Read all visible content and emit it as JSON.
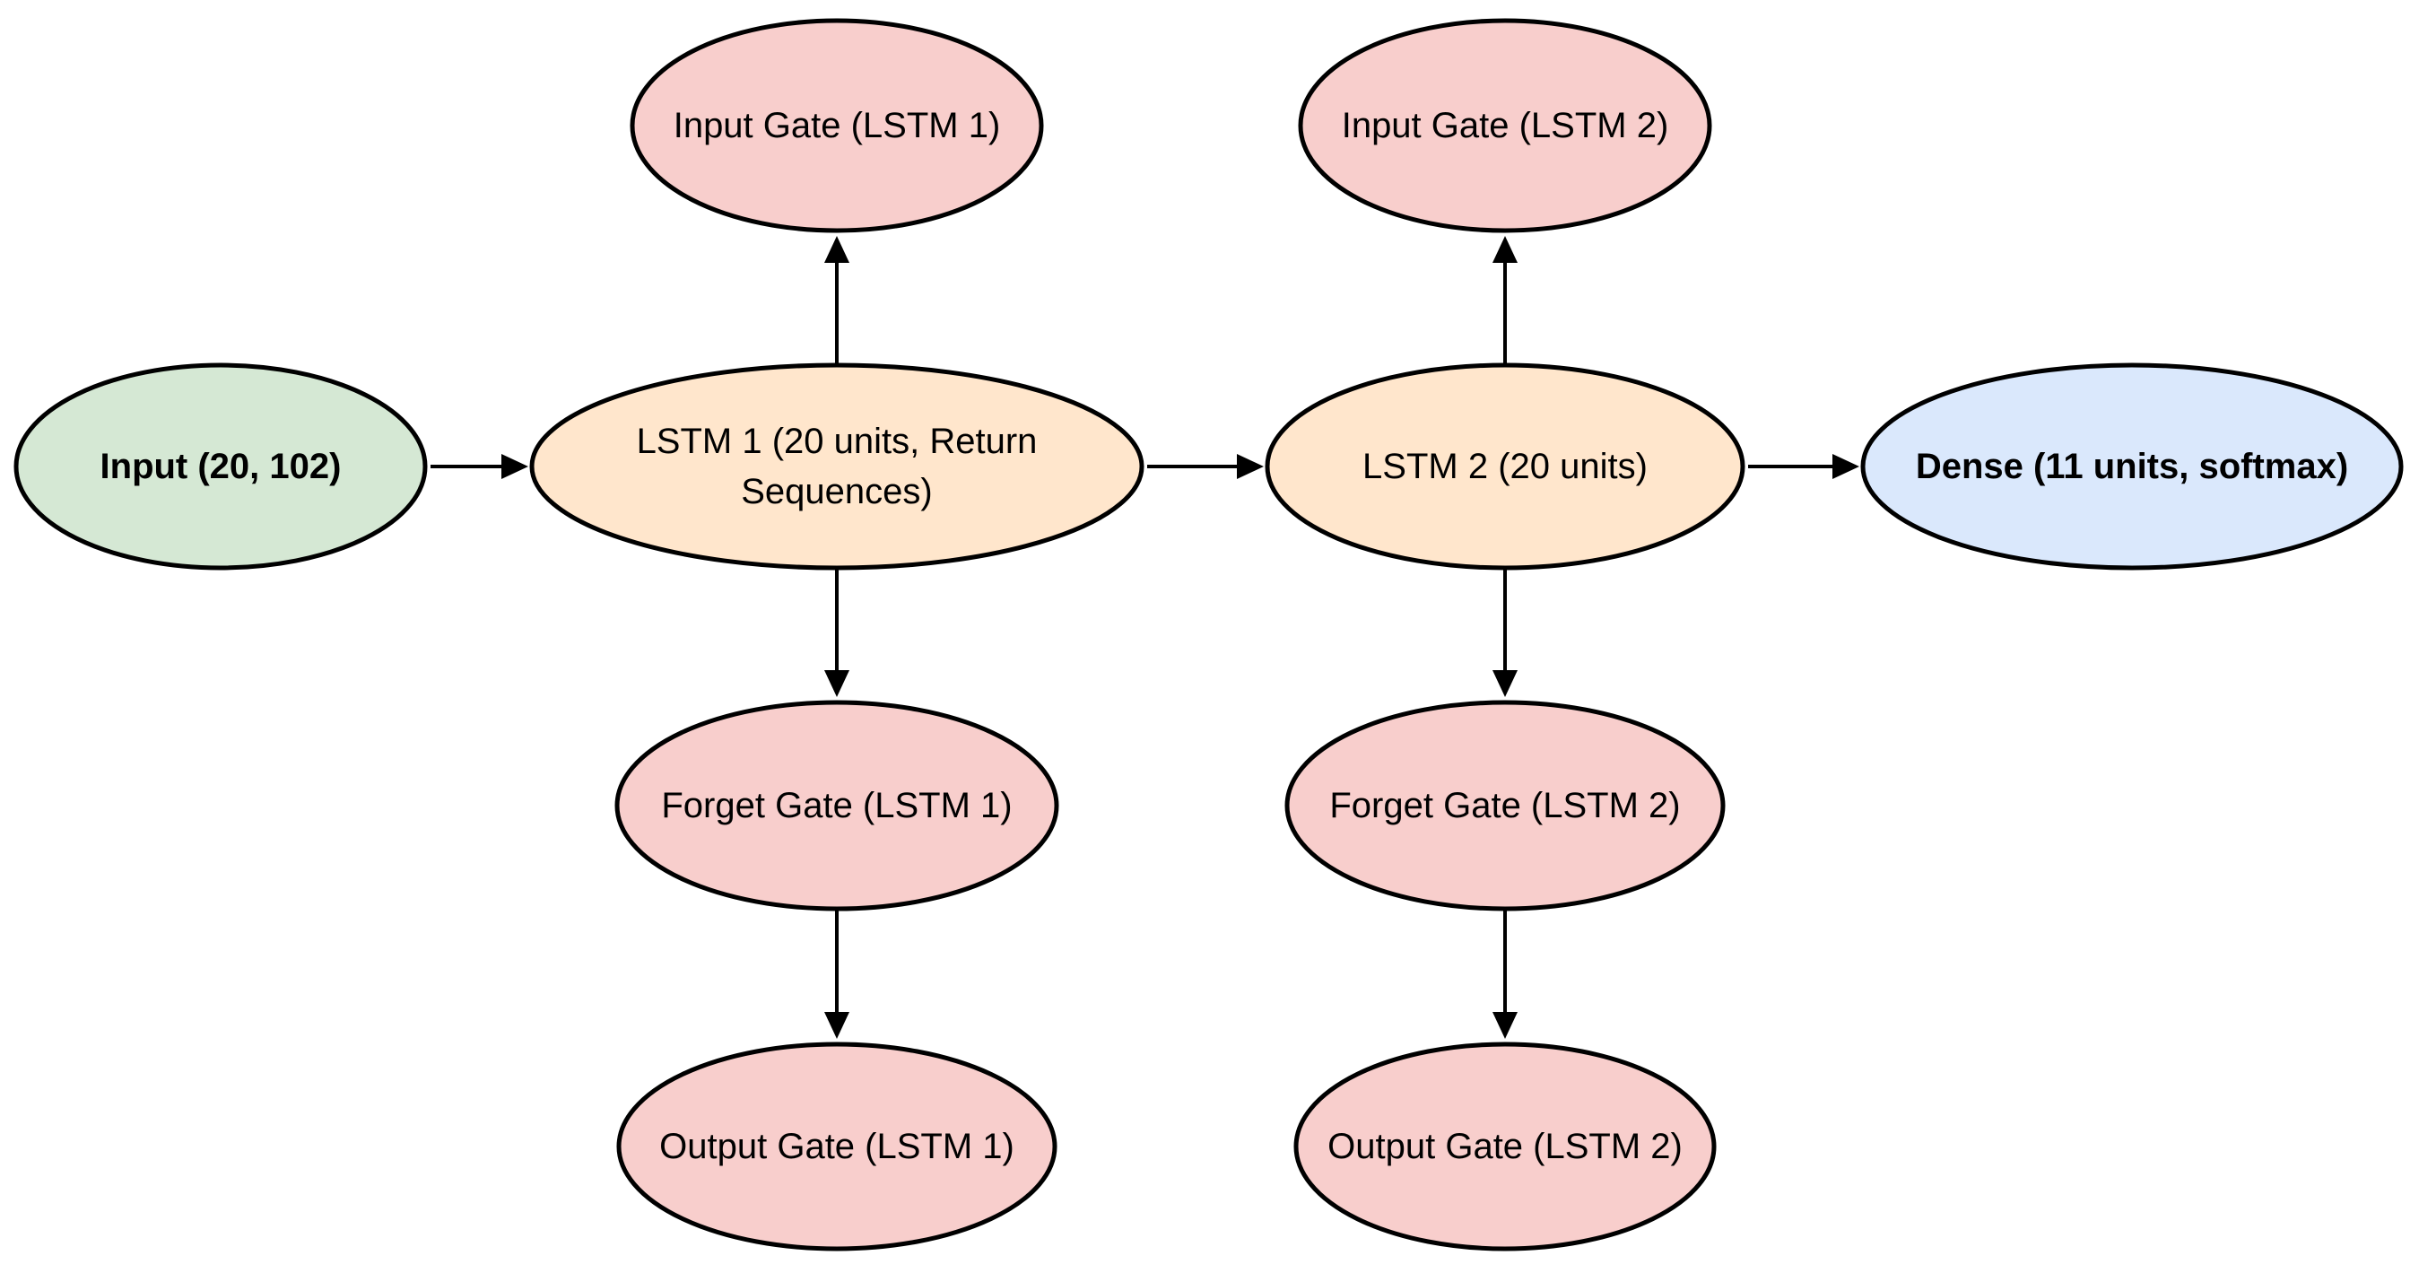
{
  "diagram": {
    "nodes": [
      {
        "id": "input",
        "label_lines": [
          "Input (20, 102)"
        ],
        "bold": true,
        "fill": "#d5e8d4"
      },
      {
        "id": "lstm1",
        "label_lines": [
          "LSTM 1 (20 units, Return",
          "Sequences)"
        ],
        "bold": false,
        "fill": "#ffe6cc"
      },
      {
        "id": "lstm2",
        "label_lines": [
          "LSTM 2 (20 units)"
        ],
        "bold": false,
        "fill": "#ffe6cc"
      },
      {
        "id": "dense",
        "label_lines": [
          "Dense (11 units, softmax)"
        ],
        "bold": true,
        "fill": "#dae8fc"
      },
      {
        "id": "input_gate_1",
        "label_lines": [
          "Input Gate (LSTM 1)"
        ],
        "bold": false,
        "fill": "#f8cecc"
      },
      {
        "id": "input_gate_2",
        "label_lines": [
          "Input Gate (LSTM 2)"
        ],
        "bold": false,
        "fill": "#f8cecc"
      },
      {
        "id": "forget_gate_1",
        "label_lines": [
          "Forget Gate (LSTM 1)"
        ],
        "bold": false,
        "fill": "#f8cecc"
      },
      {
        "id": "forget_gate_2",
        "label_lines": [
          "Forget Gate (LSTM 2)"
        ],
        "bold": false,
        "fill": "#f8cecc"
      },
      {
        "id": "output_gate_1",
        "label_lines": [
          "Output Gate (LSTM 1)"
        ],
        "bold": false,
        "fill": "#f8cecc"
      },
      {
        "id": "output_gate_2",
        "label_lines": [
          "Output Gate (LSTM 2)"
        ],
        "bold": false,
        "fill": "#f8cecc"
      }
    ],
    "edges": [
      {
        "from": "input",
        "to": "lstm1"
      },
      {
        "from": "lstm1",
        "to": "lstm2"
      },
      {
        "from": "lstm2",
        "to": "dense"
      },
      {
        "from": "lstm1",
        "to": "input_gate_1"
      },
      {
        "from": "lstm1",
        "to": "forget_gate_1"
      },
      {
        "from": "forget_gate_1",
        "to": "output_gate_1"
      },
      {
        "from": "lstm2",
        "to": "input_gate_2"
      },
      {
        "from": "lstm2",
        "to": "forget_gate_2"
      },
      {
        "from": "forget_gate_2",
        "to": "output_gate_2"
      }
    ]
  }
}
